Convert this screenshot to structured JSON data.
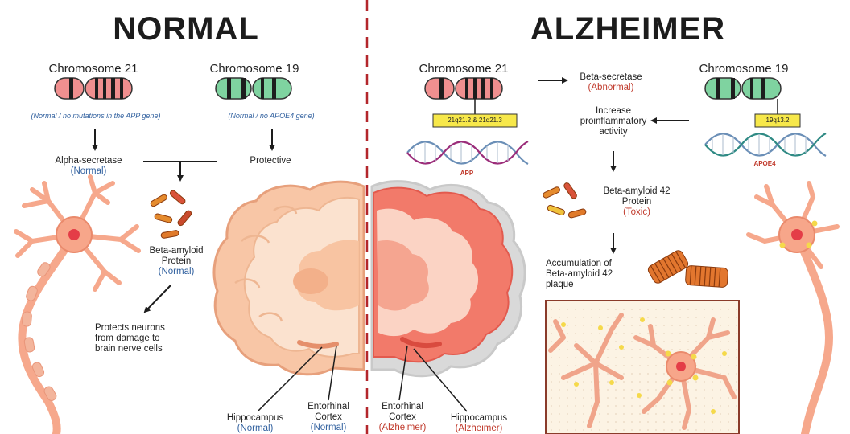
{
  "titles": {
    "normal": "NORMAL",
    "alzheimer": "ALZHEIMER"
  },
  "normal": {
    "chr21": "Chromosome 21",
    "chr19": "Chromosome 19",
    "note21": "(Normal / no mutations in the APP gene)",
    "note19": "(Normal / no APOE4 gene)",
    "alpha_title": "Alpha-secretase",
    "alpha_status": "(Normal)",
    "protective": "Protective",
    "beta_line1": "Beta-amyloid",
    "beta_line2": "Protein",
    "beta_status": "(Normal)",
    "protects_line1": "Protects neurons",
    "protects_line2": "from damage to",
    "protects_line3": "brain nerve cells",
    "hippo_title": "Hippocampus",
    "hippo_status": "(Normal)",
    "ento_line1": "Entorhinal",
    "ento_line2": "Cortex",
    "ento_status": "(Normal)"
  },
  "alzheimer": {
    "chr21": "Chromosome 21",
    "chr19": "Chromosome 19",
    "tag21": "21q21.2 & 21q21.3",
    "tag19": "19q13.2",
    "gene_app": "APP",
    "gene_apoe4": "APOE4",
    "beta_sec_title": "Beta-secretase",
    "beta_sec_status": "(Abnormal)",
    "increase_line1": "Increase",
    "increase_line2": "proinflammatory",
    "increase_line3": "activity",
    "beta42_line1": "Beta-amyloid 42",
    "beta42_line2": "Protein",
    "beta42_status": "(Toxic)",
    "accum_line1": "Accumulation of",
    "accum_line2": "Beta-amyloid 42",
    "accum_line3": "plaque",
    "ento_line1": "Entorhinal",
    "ento_line2": "Cortex",
    "ento_status": "(Alzheimer)",
    "hippo_title": "Hippocampus",
    "hippo_status": "(Alzheimer)"
  },
  "colors": {
    "chr21": "#f08f8f",
    "chr19": "#7fd3a0",
    "divider": "#b3262b",
    "neuron": "#f6a88c",
    "brain_normal": "#f8c6a6",
    "brain_alz": "#f27a6a",
    "tag": "#f7e84a"
  }
}
